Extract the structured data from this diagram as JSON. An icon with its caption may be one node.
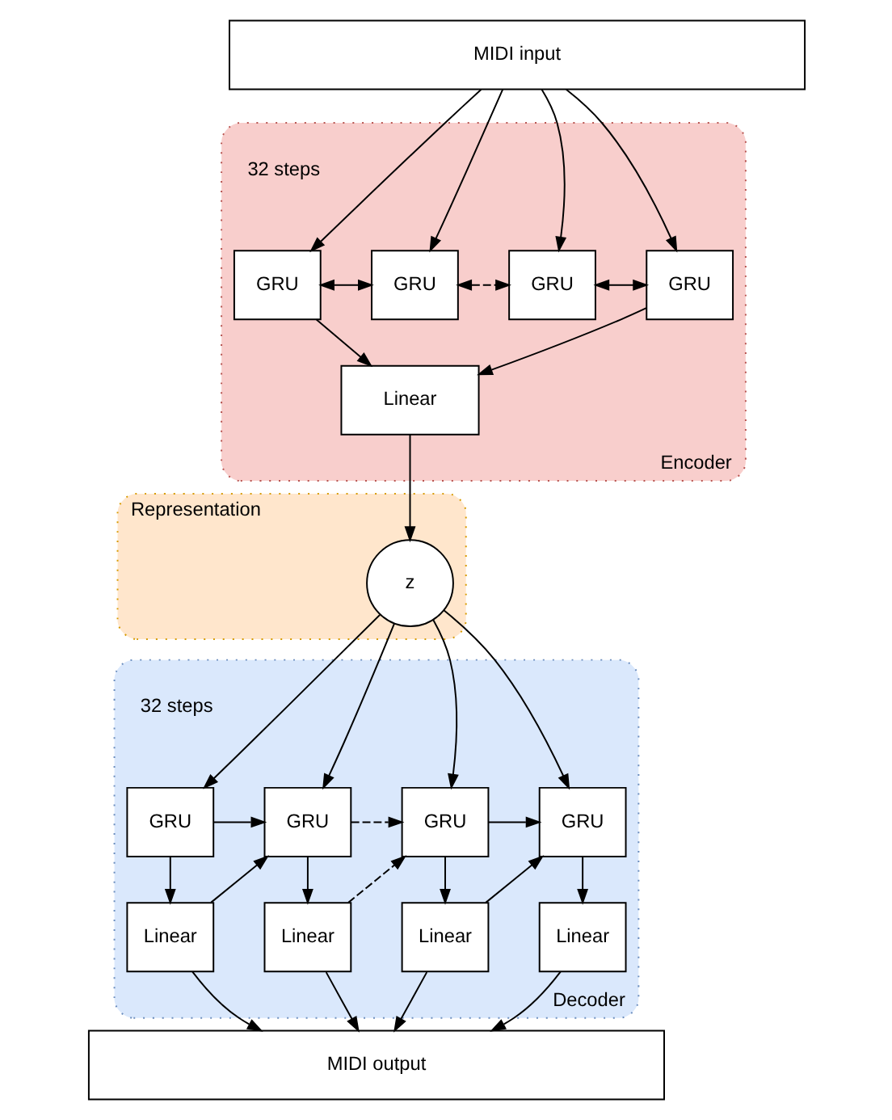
{
  "diagram": {
    "nodes": [
      {
        "text": [
          "MIDI input"
        ]
      },
      {
        "text": [
          "Encoder"
        ]
      },
      {
        "text": [
          "GRU"
        ],
        "in": 1
      },
      {
        "text": [
          "GRU"
        ],
        "in": 1
      },
      {
        "text": [
          "GRU"
        ],
        "in": 1
      },
      {
        "text": [
          "GRU"
        ],
        "in": 1
      },
      {
        "text": [
          "Linear"
        ],
        "in": 1
      },
      {
        "text": [
          "Representation"
        ]
      },
      {
        "text": [
          "z"
        ],
        "in": 7
      },
      {
        "text": [
          "Decoder"
        ]
      },
      {
        "text": [
          "GRU"
        ],
        "in": 9
      },
      {
        "text": [
          "GRU"
        ],
        "in": 9
      },
      {
        "text": [
          "GRU"
        ],
        "in": 9
      },
      {
        "text": [
          "GRU"
        ],
        "in": 9
      },
      {
        "text": [
          "Linear"
        ],
        "in": 9
      },
      {
        "text": [
          "Linear"
        ],
        "in": 9
      },
      {
        "text": [
          "Linear"
        ],
        "in": 9
      },
      {
        "text": [
          "Linear"
        ],
        "in": 9
      },
      {
        "text": [
          "MIDI output"
        ]
      }
    ],
    "edges": [
      {
        "from": 0,
        "to": 2,
        "arrow": "to"
      },
      {
        "from": 0,
        "to": 3,
        "arrow": "to"
      },
      {
        "from": 0,
        "to": 4,
        "arrow": "to"
      },
      {
        "from": 0,
        "to": 5,
        "arrow": "to"
      },
      {
        "from": 2,
        "to": 3,
        "arrow": "both"
      },
      {
        "from": 3,
        "to": 4,
        "arrow": "both",
        "style": "dashed"
      },
      {
        "from": 4,
        "to": 5,
        "arrow": "both"
      },
      {
        "from": 2,
        "to": 6,
        "arrow": "to"
      },
      {
        "from": 5,
        "to": 6,
        "arrow": "to"
      },
      {
        "from": 6,
        "to": 8,
        "arrow": "to"
      },
      {
        "from": 8,
        "to": 10,
        "arrow": "to"
      },
      {
        "from": 8,
        "to": 11,
        "arrow": "to"
      },
      {
        "from": 8,
        "to": 12,
        "arrow": "to"
      },
      {
        "from": 8,
        "to": 13,
        "arrow": "to"
      },
      {
        "from": 10,
        "to": 11,
        "arrow": "to"
      },
      {
        "from": 11,
        "to": 12,
        "arrow": "to",
        "style": "dashed"
      },
      {
        "from": 12,
        "to": 13,
        "arrow": "to"
      },
      {
        "from": 10,
        "to": 14,
        "arrow": "to"
      },
      {
        "from": 11,
        "to": 15,
        "arrow": "to"
      },
      {
        "from": 12,
        "to": 16,
        "arrow": "to"
      },
      {
        "from": 13,
        "to": 17,
        "arrow": "to"
      },
      {
        "from": 14,
        "to": 18,
        "arrow": "to"
      },
      {
        "from": 15,
        "to": 18,
        "arrow": "to"
      },
      {
        "from": 16,
        "to": 18,
        "arrow": "to"
      },
      {
        "from": 17,
        "to": 18,
        "arrow": "to"
      },
      {
        "from": 14,
        "to": 11,
        "arrow": "to"
      },
      {
        "from": 15,
        "to": 12,
        "arrow": "to",
        "style": "dashed"
      },
      {
        "from": 16,
        "to": 13,
        "arrow": "to"
      }
    ],
    "labels": [
      "32 steps",
      "32 steps"
    ]
  }
}
